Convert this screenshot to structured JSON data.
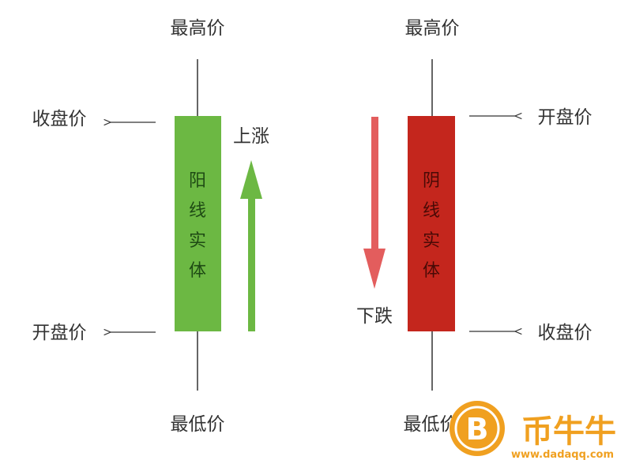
{
  "bullish": {
    "high_label": "最高价",
    "low_label": "最低价",
    "close_label": "收盘价",
    "open_label": "开盘价",
    "body_label": [
      "阳",
      "线",
      "实",
      "体"
    ],
    "direction_label": "上涨",
    "body_color": "#6cb843",
    "arrow_color": "#6cb843"
  },
  "bearish": {
    "high_label": "最高价",
    "low_label": "最低价",
    "open_label": "开盘价",
    "close_label": "收盘价",
    "body_label": [
      "阴",
      "线",
      "实",
      "体"
    ],
    "direction_label": "下跌",
    "body_color": "#c4261d",
    "arrow_color": "#e35d5d"
  },
  "watermark": {
    "name": "币牛牛",
    "url": "www.dadaqq.com",
    "color": "#f0a020"
  }
}
